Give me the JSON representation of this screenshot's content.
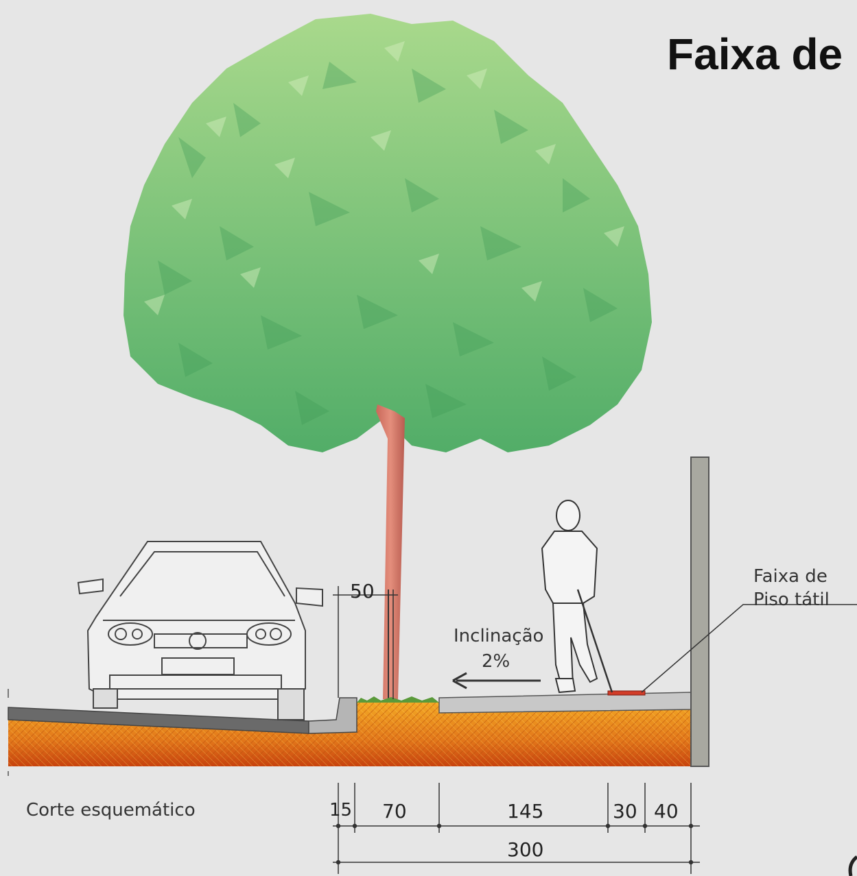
{
  "title": "Faixa de",
  "labels": {
    "callout_line1": "Faixa de",
    "callout_line2": "Piso tátil",
    "slope_label": "Inclinação",
    "slope_value": "2%",
    "caption": "Corte esquemático",
    "curb_height": "50"
  },
  "dimensions": {
    "segments": [
      "15",
      "70",
      "145",
      "30",
      "40"
    ],
    "total": "300"
  },
  "colors": {
    "background": "#e6e6e6",
    "foliage_light": "#a6d68a",
    "foliage_dark": "#5cb46a",
    "trunk": "#d07a6a",
    "soil_top": "#f2a020",
    "soil_bottom": "#c84a10",
    "concrete": "#b5b5b5",
    "tactile_strip": "#d23c28",
    "grass": "#5a9a3a"
  }
}
